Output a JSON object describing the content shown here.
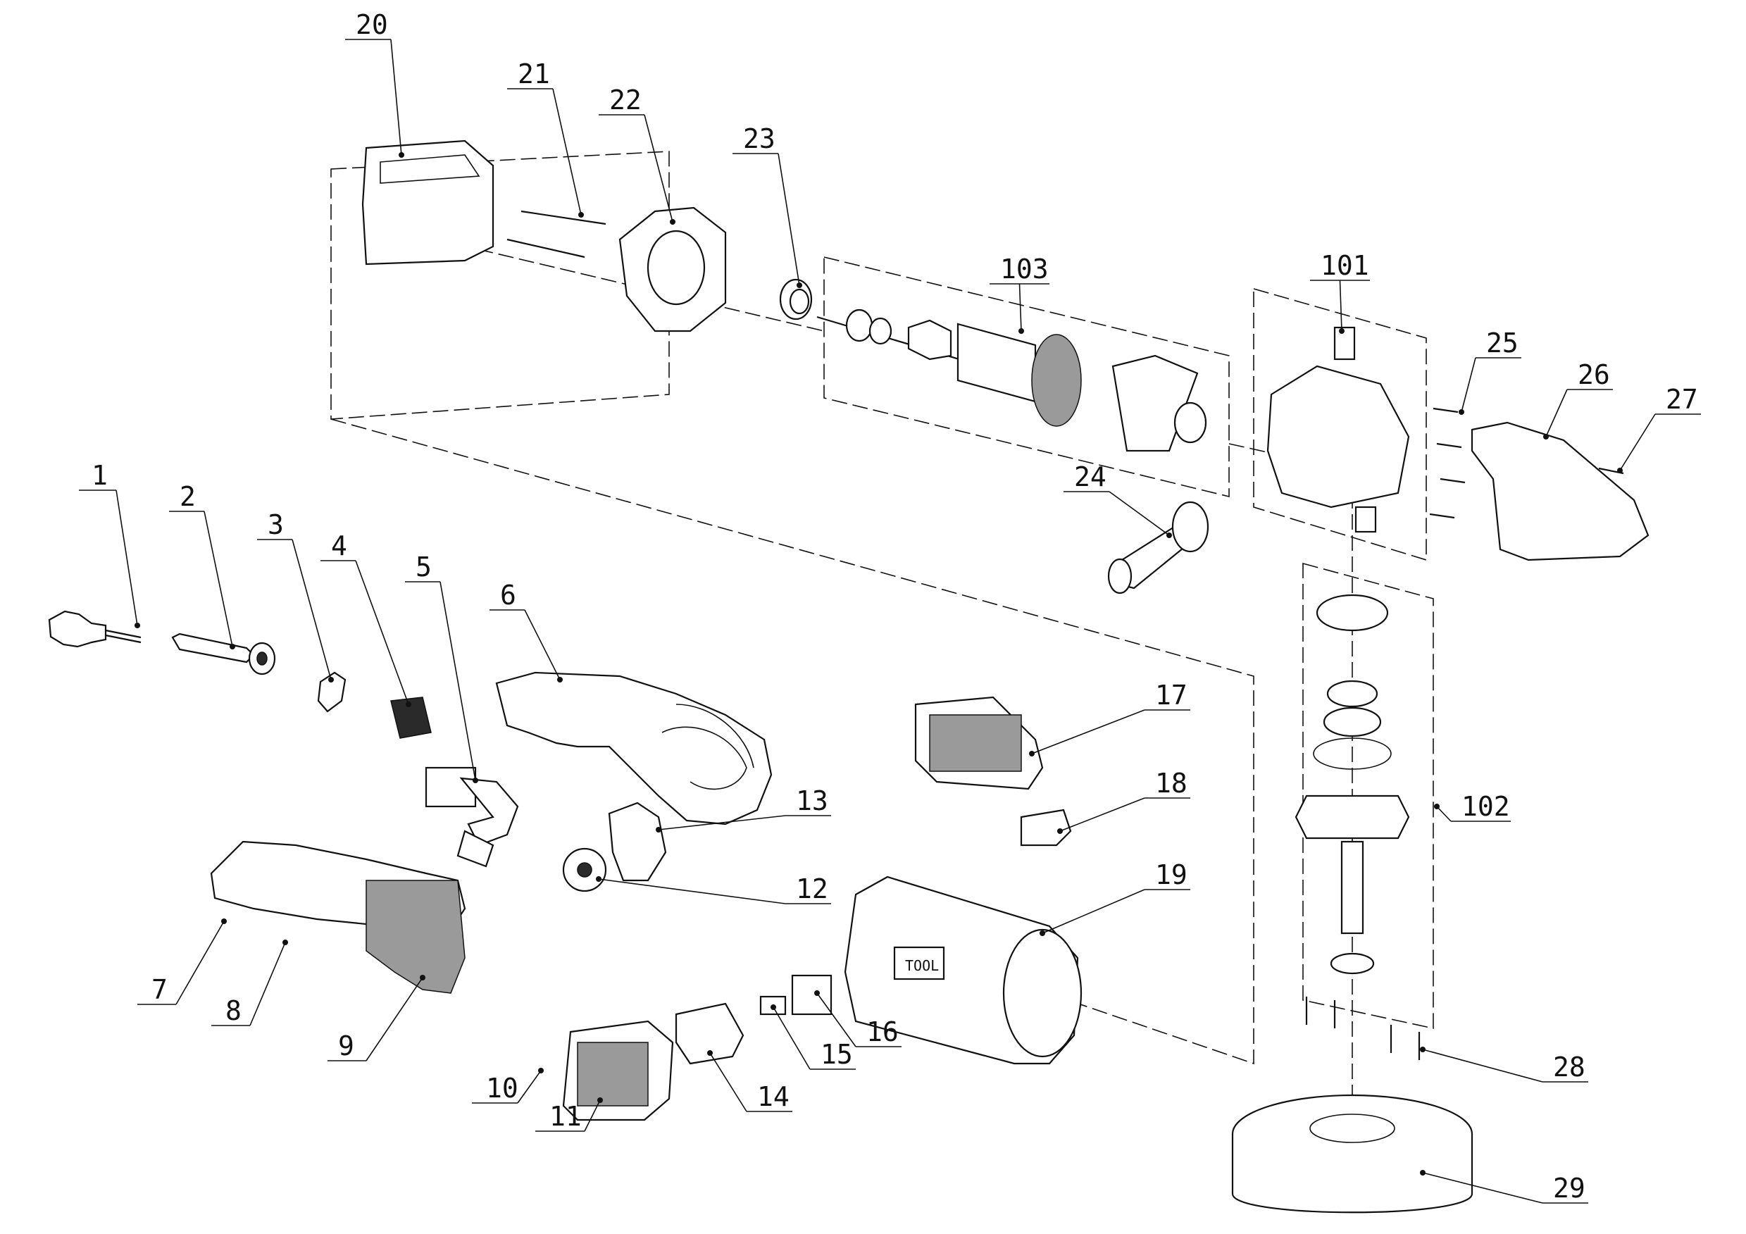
{
  "callouts": [
    {
      "id": "1",
      "label": "1"
    },
    {
      "id": "2",
      "label": "2"
    },
    {
      "id": "3",
      "label": "3"
    },
    {
      "id": "4",
      "label": "4"
    },
    {
      "id": "5",
      "label": "5"
    },
    {
      "id": "6",
      "label": "6"
    },
    {
      "id": "7",
      "label": "7"
    },
    {
      "id": "8",
      "label": "8"
    },
    {
      "id": "9",
      "label": "9"
    },
    {
      "id": "10",
      "label": "10"
    },
    {
      "id": "11",
      "label": "11"
    },
    {
      "id": "12",
      "label": "12"
    },
    {
      "id": "13",
      "label": "13"
    },
    {
      "id": "14",
      "label": "14"
    },
    {
      "id": "15",
      "label": "15"
    },
    {
      "id": "16",
      "label": "16"
    },
    {
      "id": "17",
      "label": "17"
    },
    {
      "id": "18",
      "label": "18"
    },
    {
      "id": "19",
      "label": "19"
    },
    {
      "id": "20",
      "label": "20"
    },
    {
      "id": "21",
      "label": "21"
    },
    {
      "id": "22",
      "label": "22"
    },
    {
      "id": "23",
      "label": "23"
    },
    {
      "id": "24",
      "label": "24"
    },
    {
      "id": "25",
      "label": "25"
    },
    {
      "id": "26",
      "label": "26"
    },
    {
      "id": "27",
      "label": "27"
    },
    {
      "id": "28",
      "label": "28"
    },
    {
      "id": "29",
      "label": "29"
    },
    {
      "id": "101",
      "label": "101"
    },
    {
      "id": "102",
      "label": "102"
    },
    {
      "id": "103",
      "label": "103"
    }
  ],
  "housing_brand_text": "TOOL"
}
